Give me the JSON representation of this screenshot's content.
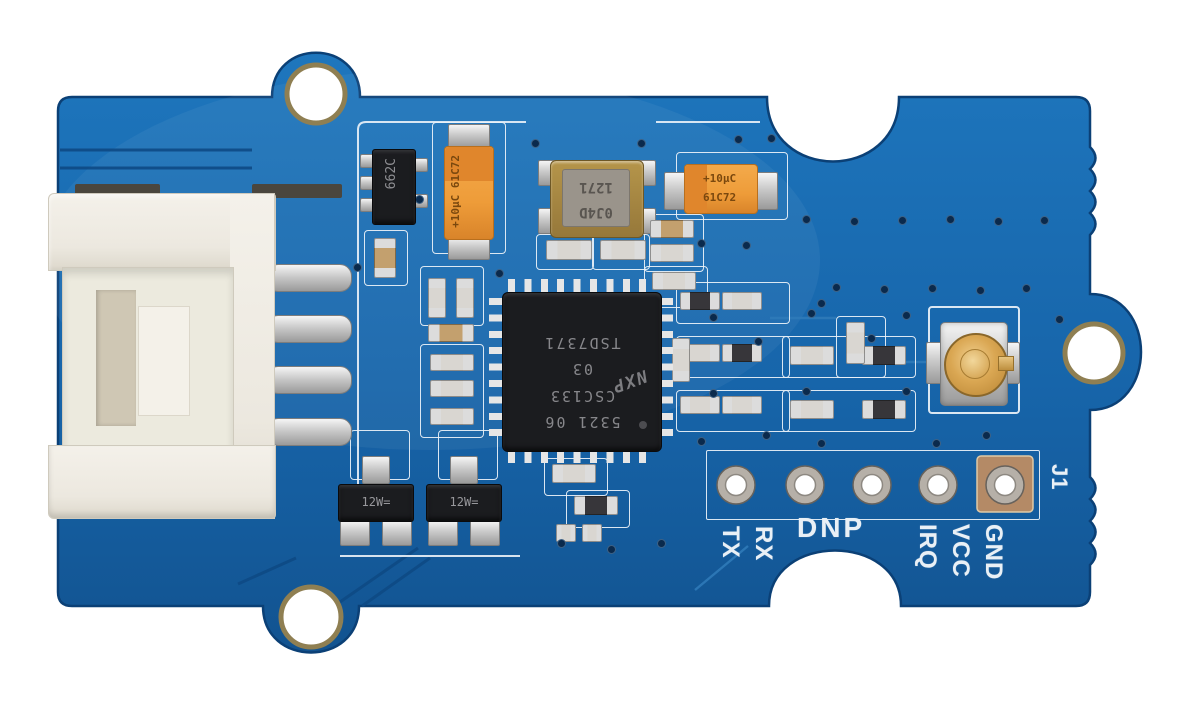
{
  "meta": {
    "description": "Blue Grove NFC sensor PCB module, top view photo"
  },
  "silkscreen": {
    "tx": "TX",
    "rx": "RX",
    "dnp": "DNP",
    "irq": "IRQ",
    "vcc": "VCC",
    "gnd": "GND",
    "j1": "J1"
  },
  "markings": {
    "main_ic": {
      "line_bottom": "5321 06",
      "line_csc": "CSC133",
      "logo": "NXP",
      "line_03": "03",
      "line_top": "TSD7371"
    },
    "crystal": {
      "line_freq": "1271",
      "line_code": "0J4D"
    },
    "regulator": "662C",
    "cap1_top": "+10µC",
    "cap1_bottom": "61C72",
    "cap2_top": "+10µC",
    "cap2_bottom": "61C72",
    "q1": "12W=",
    "q2": "12W="
  },
  "colors": {
    "board_blue": "#1766ab",
    "silkscreen": "#e9f0f6",
    "tantalum_orange": "#ee9c39",
    "gold_ring": "#8f7f52"
  }
}
